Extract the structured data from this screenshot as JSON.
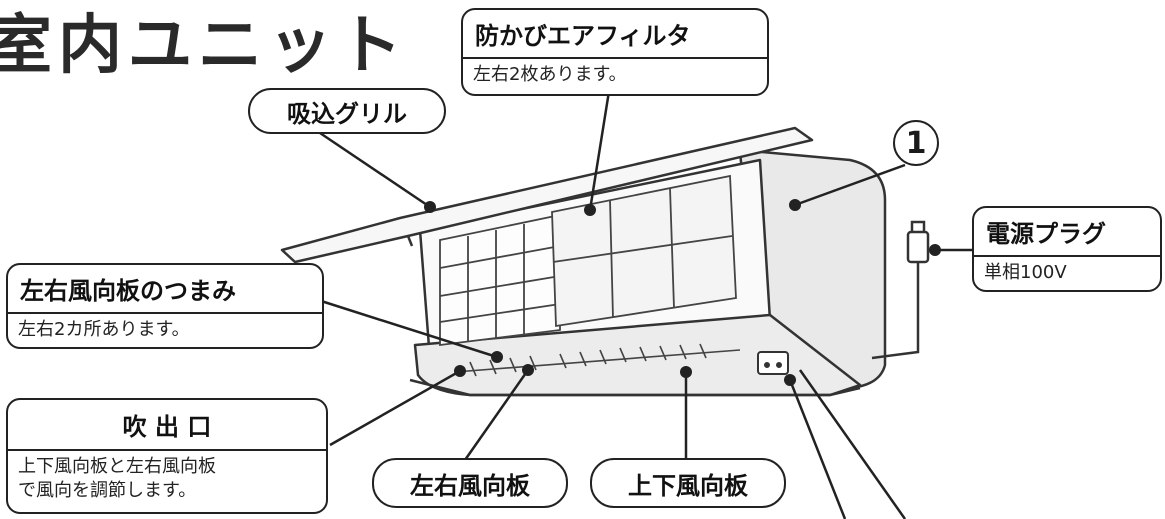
{
  "title": "室内ユニット",
  "labels": {
    "suction_grill": "吸込グリル",
    "air_filter": {
      "name": "防かびエアフィルタ",
      "note": "左右2枚あります。"
    },
    "power_plug": {
      "name": "電源プラグ",
      "note": "単相100V"
    },
    "lr_louver_knob": {
      "name": "左右風向板のつまみ",
      "note": "左右2カ所あります。"
    },
    "outlet": {
      "name": "吹 出 口",
      "note_line1": "上下風向板と左右風向板",
      "note_line2": "で風向を調節します。"
    },
    "lr_louver": "左右風向板",
    "ud_louver": "上下風向板",
    "marker_1": "1"
  }
}
